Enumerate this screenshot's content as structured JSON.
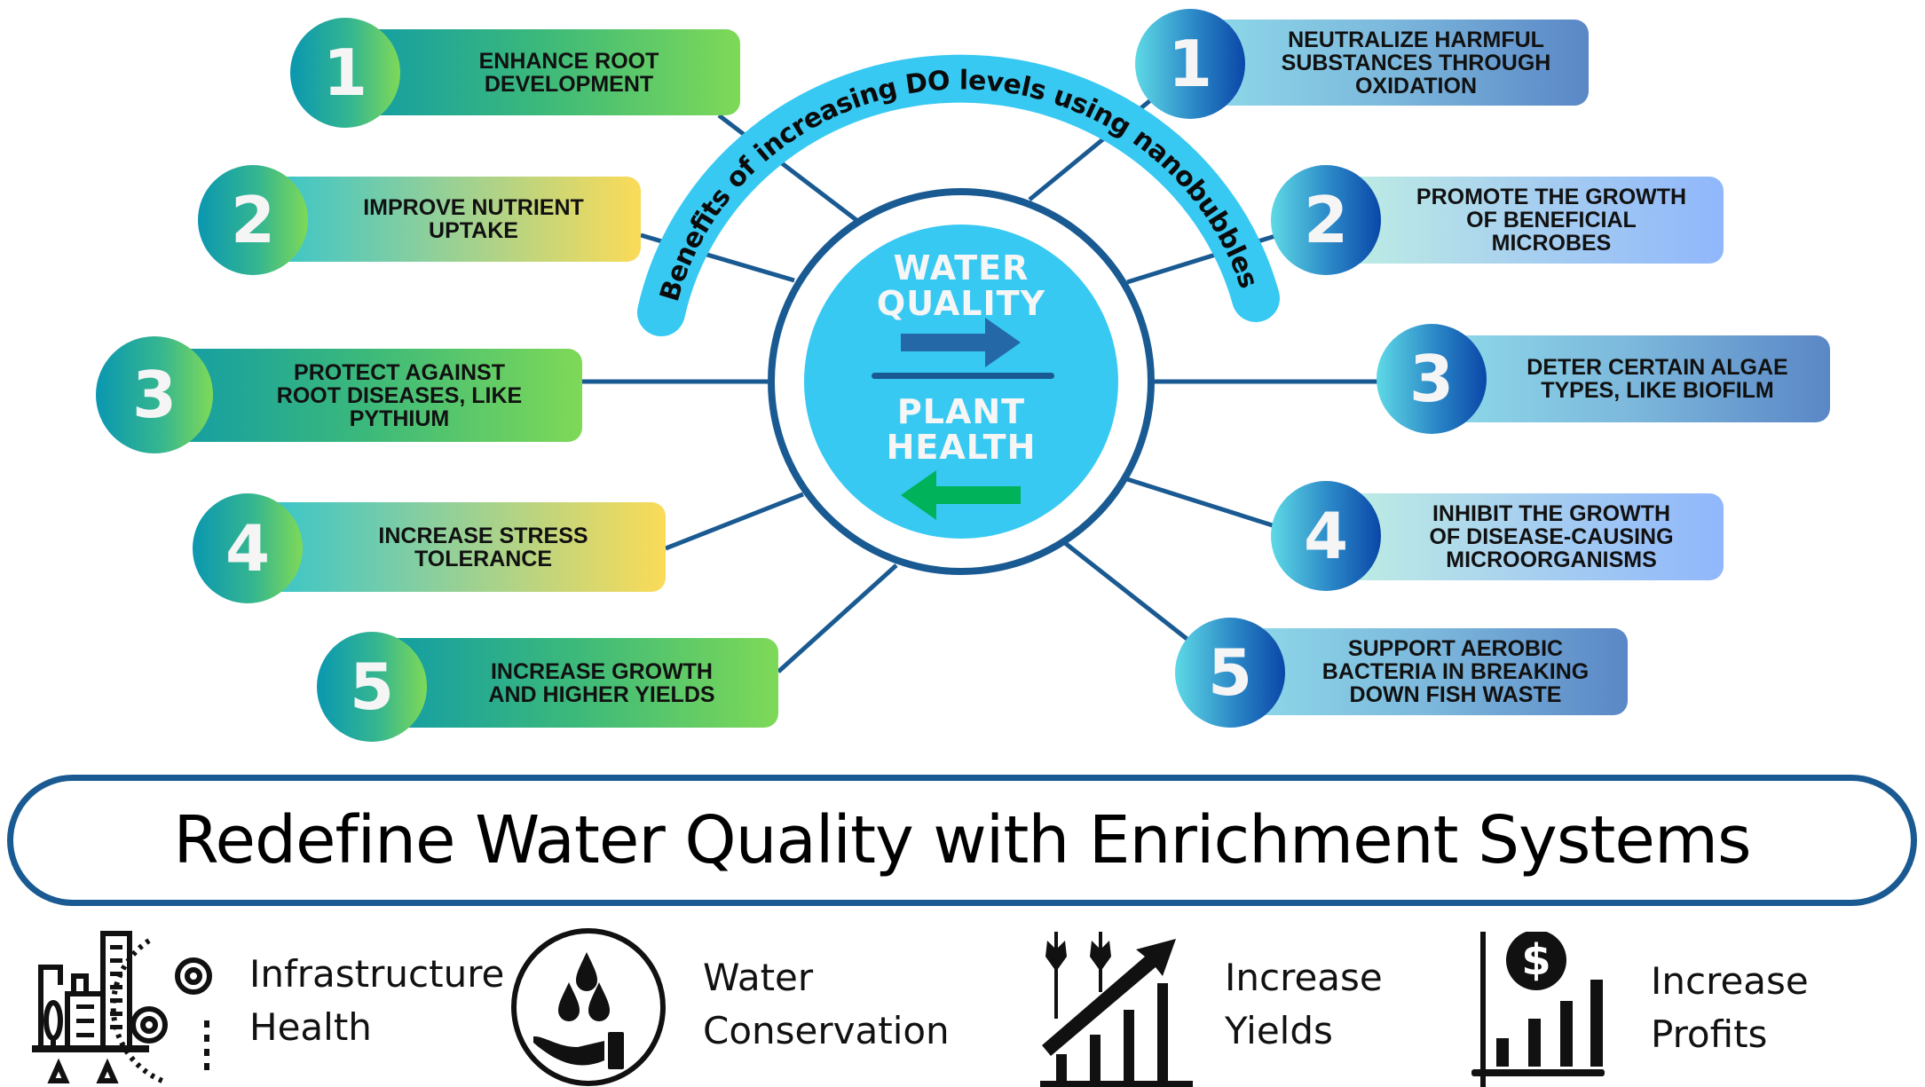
{
  "arc_title": "Benefits of increasing DO levels using nanobubbles",
  "center": {
    "top_label_line1": "WATER",
    "top_label_line2": "QUALITY",
    "bottom_label_line1": "PLANT",
    "bottom_label_line2": "HEALTH",
    "top_arrow": "right-arrow",
    "bottom_arrow": "left-arrow",
    "colors": {
      "ring": "#1a5a92",
      "fill": "#38c9f3",
      "arrow_right": "#2468a8",
      "arrow_left": "#00b35a"
    }
  },
  "plant_health_benefits": [
    {
      "number": "1",
      "label": "ENHANCE ROOT\nDEVELOPMENT"
    },
    {
      "number": "2",
      "label": "IMPROVE NUTRIENT\nUPTAKE"
    },
    {
      "number": "3",
      "label": "PROTECT AGAINST\nROOT DISEASES, LIKE\nPYTHIUM"
    },
    {
      "number": "4",
      "label": "INCREASE STRESS\nTOLERANCE"
    },
    {
      "number": "5",
      "label": "INCREASE GROWTH\nAND HIGHER YIELDS"
    }
  ],
  "water_quality_benefits": [
    {
      "number": "1",
      "label": "NEUTRALIZE HARMFUL\nSUBSTANCES THROUGH\nOXIDATION"
    },
    {
      "number": "2",
      "label": "PROMOTE THE GROWTH\nOF BENEFICIAL\nMICROBES"
    },
    {
      "number": "3",
      "label": "DETER CERTAIN ALGAE\nTYPES, LIKE BIOFILM"
    },
    {
      "number": "4",
      "label": "INHIBIT THE GROWTH\nOF DISEASE-CAUSING\nMICROORGANISMS"
    },
    {
      "number": "5",
      "label": "SUPPORT AEROBIC\nBACTERIA IN BREAKING\nDOWN FISH WASTE"
    }
  ],
  "banner": {
    "title": "Redefine Water Quality with Enrichment Systems"
  },
  "features": [
    {
      "icon": "city-gears-icon",
      "label": "Infrastructure\nHealth"
    },
    {
      "icon": "hand-water-drops-icon",
      "label": "Water\nConservation"
    },
    {
      "icon": "wheat-growth-chart-icon",
      "label": "Increase\nYields"
    },
    {
      "icon": "dollar-bar-chart-icon",
      "label": "Increase\nProfits"
    }
  ]
}
